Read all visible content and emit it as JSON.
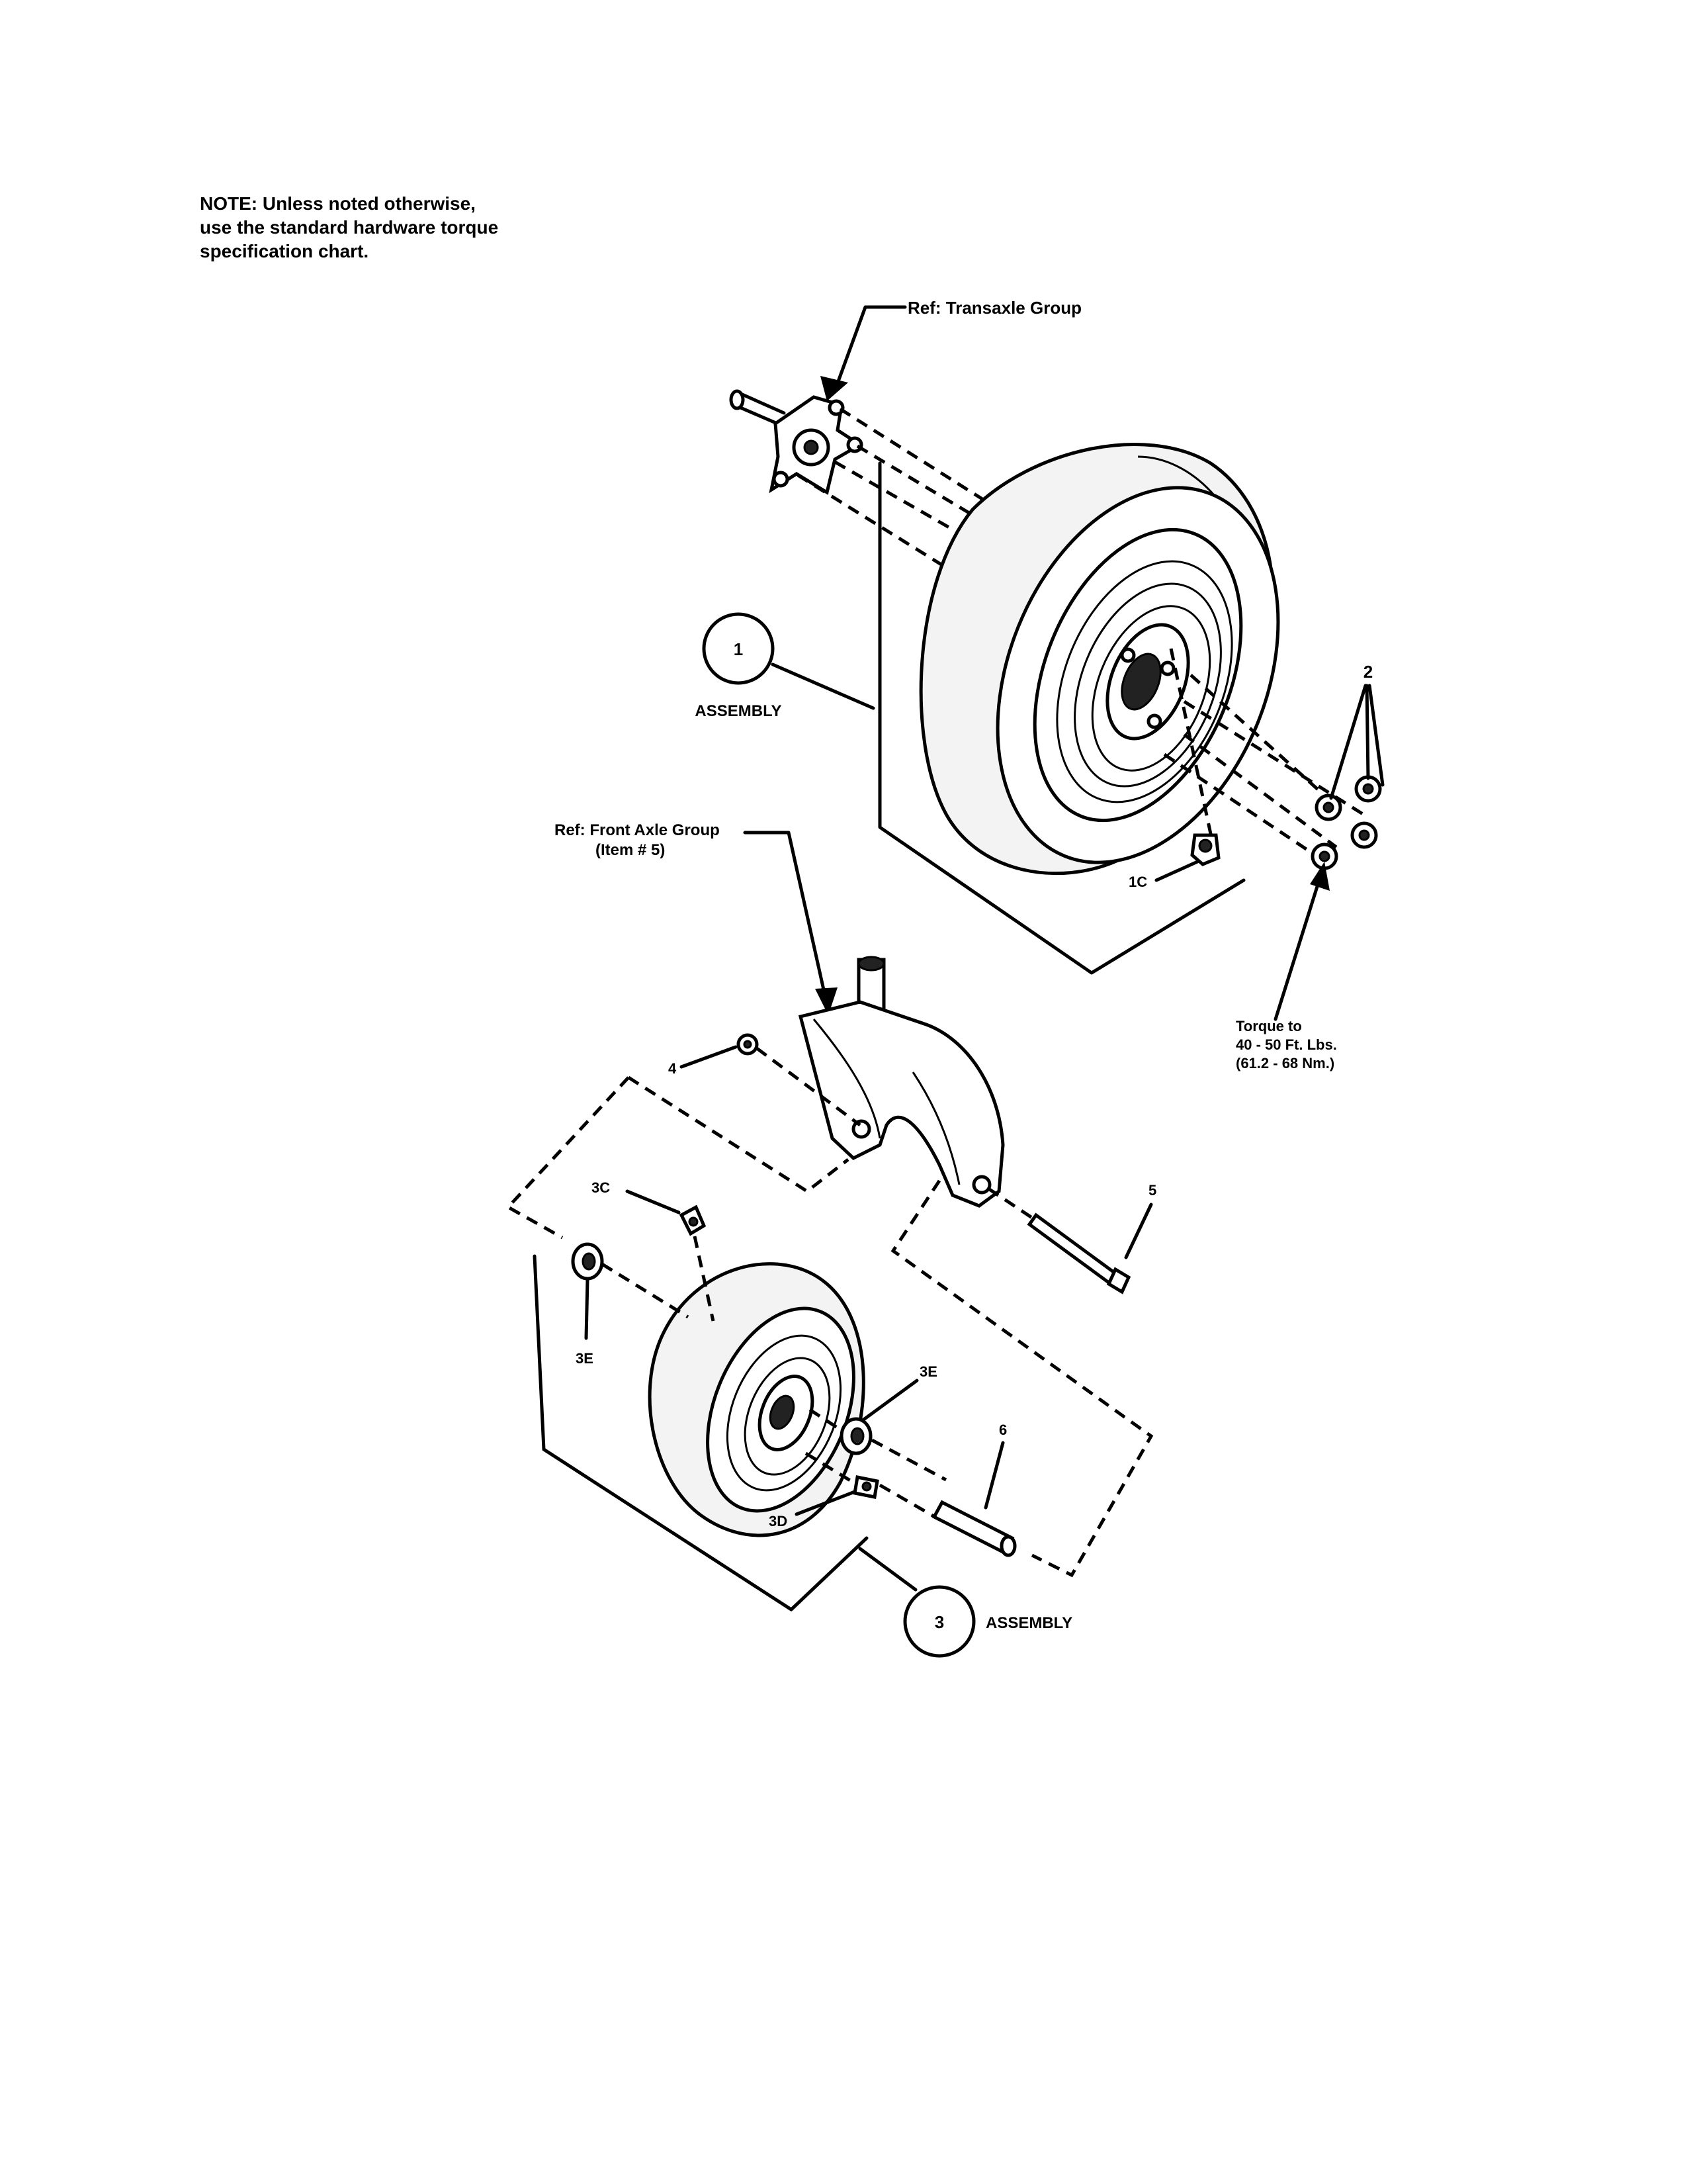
{
  "note": {
    "line1": "NOTE: Unless noted otherwise,",
    "line2": "use the standard hardware torque",
    "line3": "specification chart."
  },
  "callouts": {
    "ref_transaxle": "Ref: Transaxle Group",
    "ref_front_axle_line1": "Ref: Front Axle Group",
    "ref_front_axle_line2": "(Item # 5)",
    "item1_number": "1",
    "item1_label": "ASSEMBLY",
    "item2": "2",
    "item1c": "1C",
    "torque_line1": "Torque to",
    "torque_line2": "40 - 50 Ft. Lbs.",
    "torque_line3": "(61.2 - 68 Nm.)",
    "item4": "4",
    "item5": "5",
    "item3c": "3C",
    "item3e_left": "3E",
    "item3e_right": "3E",
    "item6": "6",
    "item3d": "3D",
    "item3_number": "3",
    "item3_label": "ASSEMBLY"
  }
}
